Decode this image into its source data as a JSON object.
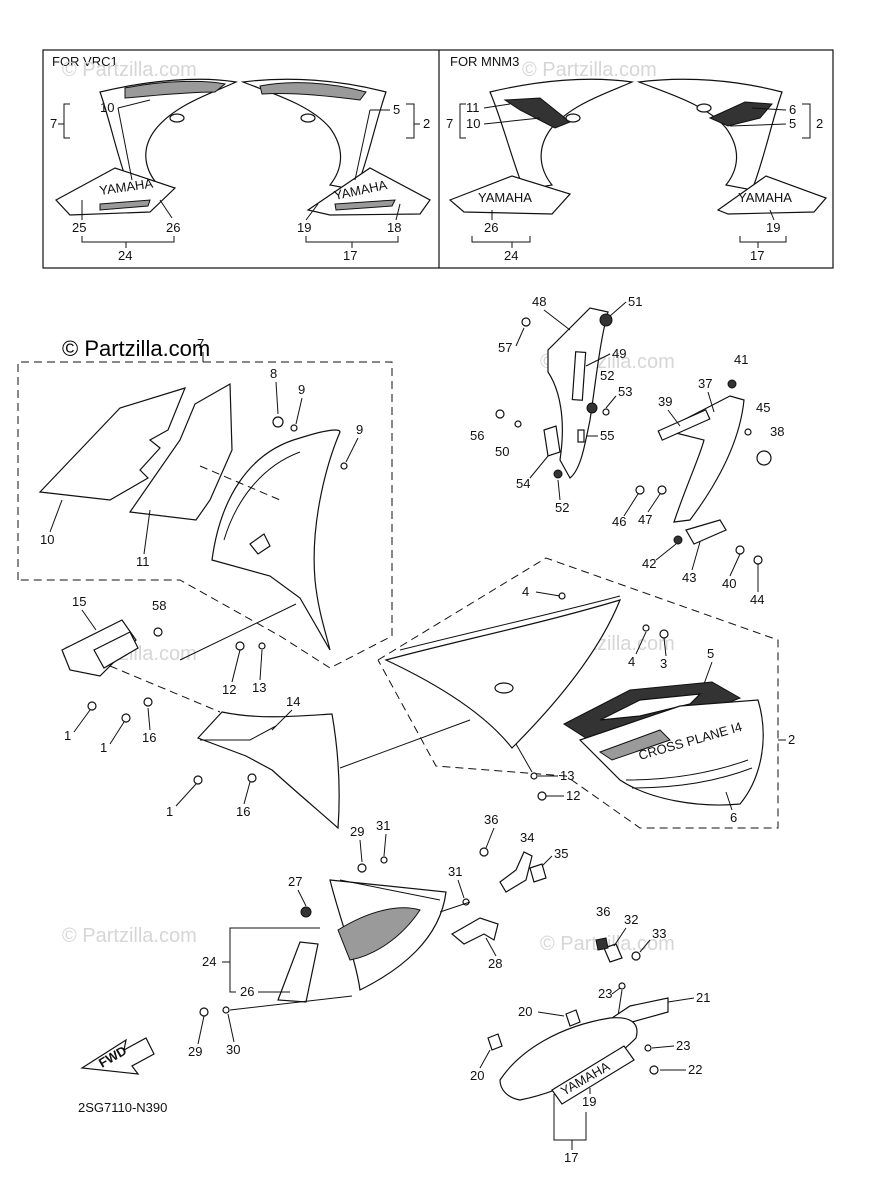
{
  "diagram": {
    "code": "2SG7110-N390",
    "watermark": "© Partzilla.com",
    "watermark_faint": "© Partzilla.com",
    "fwd_label": "FWD",
    "inset_left": {
      "title": "FOR VRC1",
      "labels": [
        "10",
        "7",
        "25",
        "26",
        "24",
        "5",
        "2",
        "19",
        "18",
        "17"
      ],
      "brand_left": "YAMAHA",
      "brand_right": "YAMAHA"
    },
    "inset_right": {
      "title": "FOR MNM3",
      "labels": [
        "11",
        "7",
        "10",
        "6",
        "5",
        "2",
        "26",
        "24",
        "19",
        "17"
      ],
      "brand_left": "YAMAHA",
      "brand_right": "YAMAHA"
    },
    "main_labels": {
      "p7": "7",
      "p8": "8",
      "p9a": "9",
      "p9b": "9",
      "p10": "10",
      "p11": "11",
      "p15": "15",
      "p58": "58",
      "p1a": "1",
      "p1b": "1",
      "p1c": "1",
      "p16a": "16",
      "p16b": "16",
      "p12a": "12",
      "p13a": "13",
      "p14": "14",
      "p48": "48",
      "p51": "51",
      "p57": "57",
      "p49": "49",
      "p52a": "52",
      "p53": "53",
      "p56": "56",
      "p50": "50",
      "p55": "55",
      "p54": "54",
      "p52b": "52",
      "p41": "41",
      "p37": "37",
      "p39": "39",
      "p45": "45",
      "p38": "38",
      "p46": "46",
      "p47": "47",
      "p42": "42",
      "p43": "43",
      "p40": "40",
      "p44": "44",
      "p4a": "4",
      "p4b": "4",
      "p3": "3",
      "p5": "5",
      "p2": "2",
      "p13b": "13",
      "p12b": "12",
      "p6": "6",
      "p29a": "29",
      "p31a": "31",
      "p27": "27",
      "p24": "24",
      "p26": "26",
      "p29b": "29",
      "p30": "30",
      "p36a": "36",
      "p34": "34",
      "p35": "35",
      "p31b": "31",
      "p28": "28",
      "p36b": "36",
      "p32": "32",
      "p33": "33",
      "p23a": "23",
      "p21": "21",
      "p20a": "20",
      "p20b": "20",
      "p23b": "23",
      "p22": "22",
      "p19": "19",
      "p17": "17"
    },
    "decal_text": "CROSS PLANE I4",
    "lower_brand": "YAMAHA"
  }
}
